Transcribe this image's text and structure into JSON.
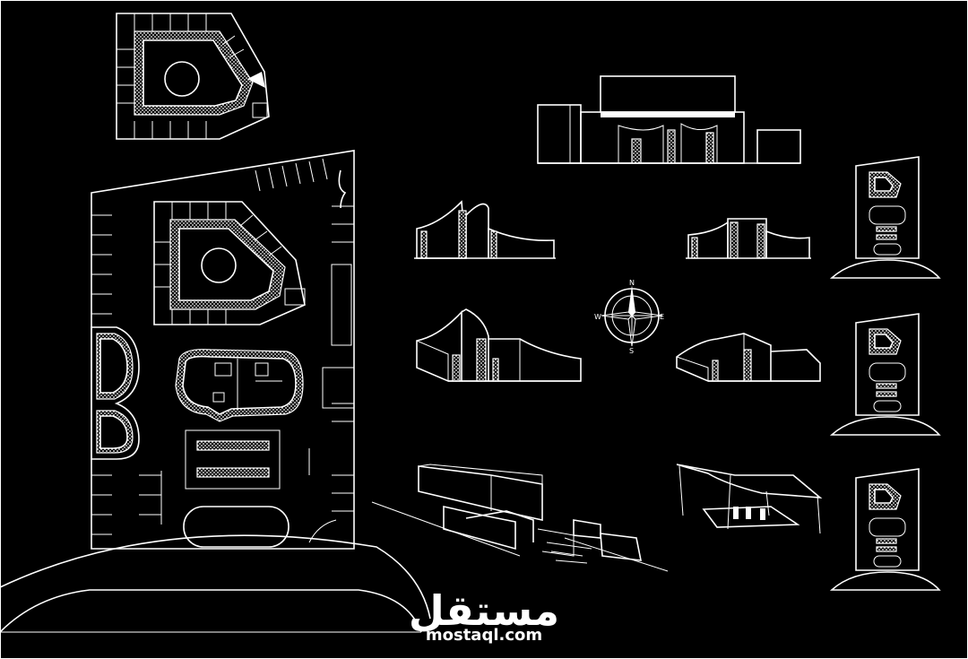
{
  "compass": {
    "north": "N",
    "south": "S",
    "east": "E",
    "west": "W"
  },
  "watermark": {
    "arabic": "مستقل",
    "latin": "mostaql.com"
  },
  "colors": {
    "background": "#000000",
    "lines": "#ffffff"
  }
}
